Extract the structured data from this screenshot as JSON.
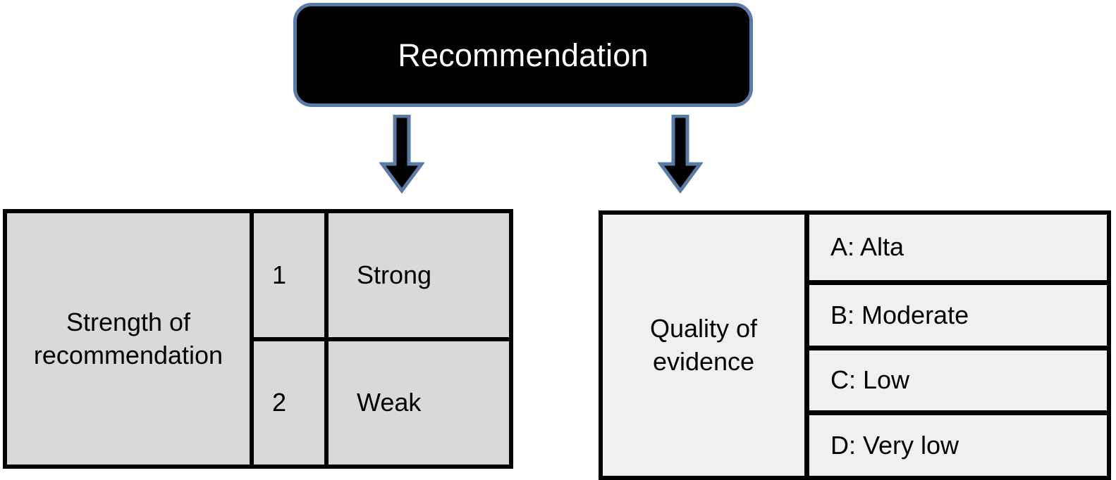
{
  "diagram": {
    "title_box": {
      "label": "Recommendation",
      "fill_color": "#000000",
      "border_color": "#5a7ba6",
      "text_color": "#ffffff"
    },
    "connectors": [
      {
        "name": "arrow-to-strength",
        "direction": "down"
      },
      {
        "name": "arrow-to-quality",
        "direction": "down"
      }
    ],
    "left_table": {
      "label": "Strength of recommendation",
      "fill_color": "#d9d9d9",
      "border_color": "#000000",
      "rows": [
        {
          "code": "1",
          "value": "Strong"
        },
        {
          "code": "2",
          "value": "Weak"
        }
      ]
    },
    "right_table": {
      "label": "Quality of evidence",
      "fill_color": "#f0f0f0",
      "border_color": "#000000",
      "rows": [
        {
          "value": "A: Alta"
        },
        {
          "value": "B: Moderate"
        },
        {
          "value": "C: Low"
        },
        {
          "value": "D: Very low"
        }
      ]
    }
  }
}
